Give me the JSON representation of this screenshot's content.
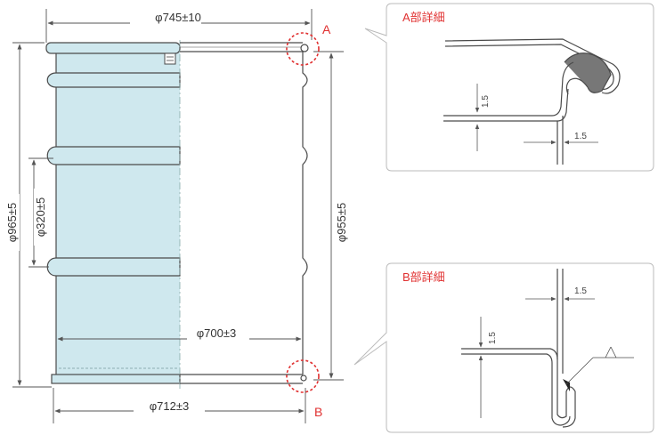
{
  "drum": {
    "dimensions": {
      "top_outer_diameter": "φ745±10",
      "bottom_inner_diameter": "φ700±3",
      "bottom_outer_diameter": "φ712±3",
      "total_height": "φ965±5",
      "body_height": "φ955±5",
      "rolling_hoop_pitch": "φ320±5"
    },
    "callouts": {
      "top": "A",
      "bottom": "B"
    }
  },
  "detail_a": {
    "title": "A部詳細",
    "thickness_vertical": "1.5",
    "thickness_horizontal": "1.5"
  },
  "detail_b": {
    "title": "B部詳細",
    "thickness_horizontal": "1.5",
    "thickness_vertical": "1.5"
  },
  "colors": {
    "body_fill": "#cfe8ee",
    "line": "#4a4a4a",
    "dimension_line": "#555555",
    "callout_red": "#e03030",
    "panel_border": "#bbbbbb",
    "seam_fill": "#777777"
  }
}
